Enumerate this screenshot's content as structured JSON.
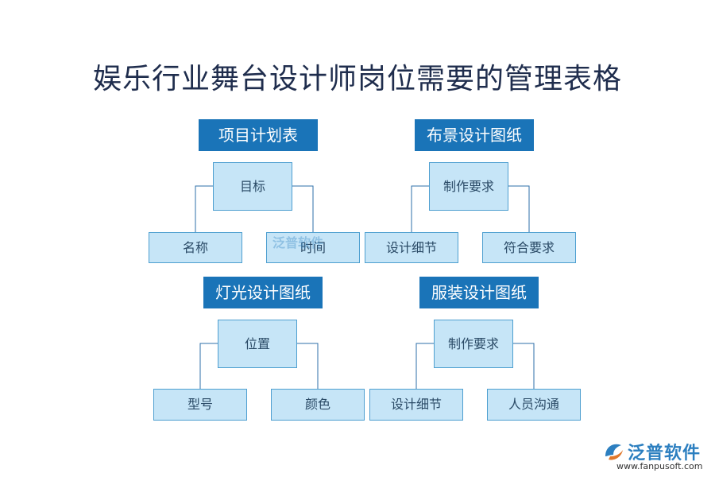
{
  "title": "娱乐行业舞台设计师岗位需要的管理表格",
  "blocks": [
    {
      "header": "项目计划表",
      "root": "目标",
      "left": "名称",
      "right": "时间"
    },
    {
      "header": "布景设计图纸",
      "root": "制作要求",
      "left": "设计细节",
      "right": "符合要求"
    },
    {
      "header": "灯光设计图纸",
      "root": "位置",
      "left": "型号",
      "right": "颜色"
    },
    {
      "header": "服装设计图纸",
      "root": "制作要求",
      "left": "设计细节",
      "right": "人员沟通"
    }
  ],
  "watermark": {
    "center_text": "泛普软件",
    "logo_name": "泛普软件",
    "logo_url": "www.fanpusoft.com"
  },
  "colors": {
    "header": "#1a74b8",
    "node_fill": "#c6e5f7",
    "node_border": "#4e9fd0",
    "line": "#2d6fa8"
  }
}
